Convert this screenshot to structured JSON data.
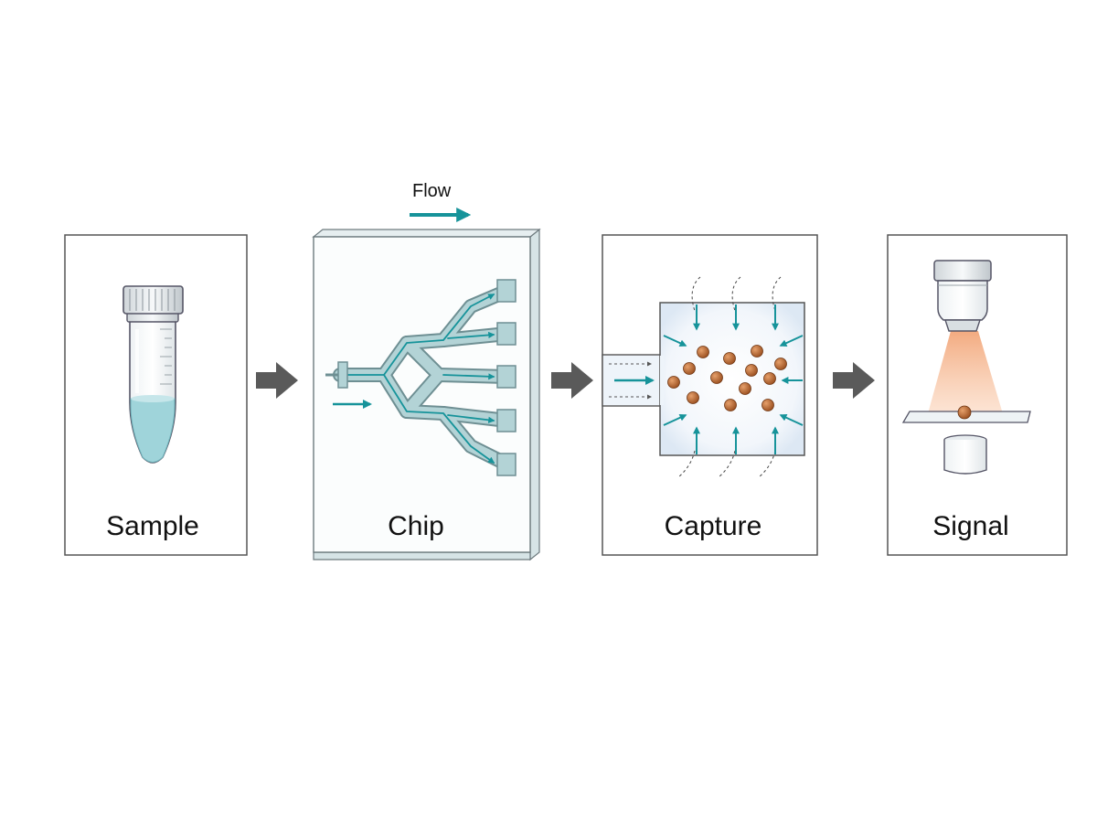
{
  "flow": {
    "label": "Flow"
  },
  "panels": [
    {
      "label": "Sample"
    },
    {
      "label": "Chip"
    },
    {
      "label": "Capture"
    },
    {
      "label": "Signal"
    }
  ],
  "colors": {
    "teal": "#16939a",
    "channel": "#b3d3d6",
    "particle": "#b5642e",
    "liquid": "#9fd4da",
    "arrow_gray": "#5a5a5a",
    "beam": "#f4b48e"
  },
  "icons": [
    "tube-icon",
    "microfluidic-chip-icon",
    "capture-chamber-icon",
    "microscope-objective-icon"
  ]
}
